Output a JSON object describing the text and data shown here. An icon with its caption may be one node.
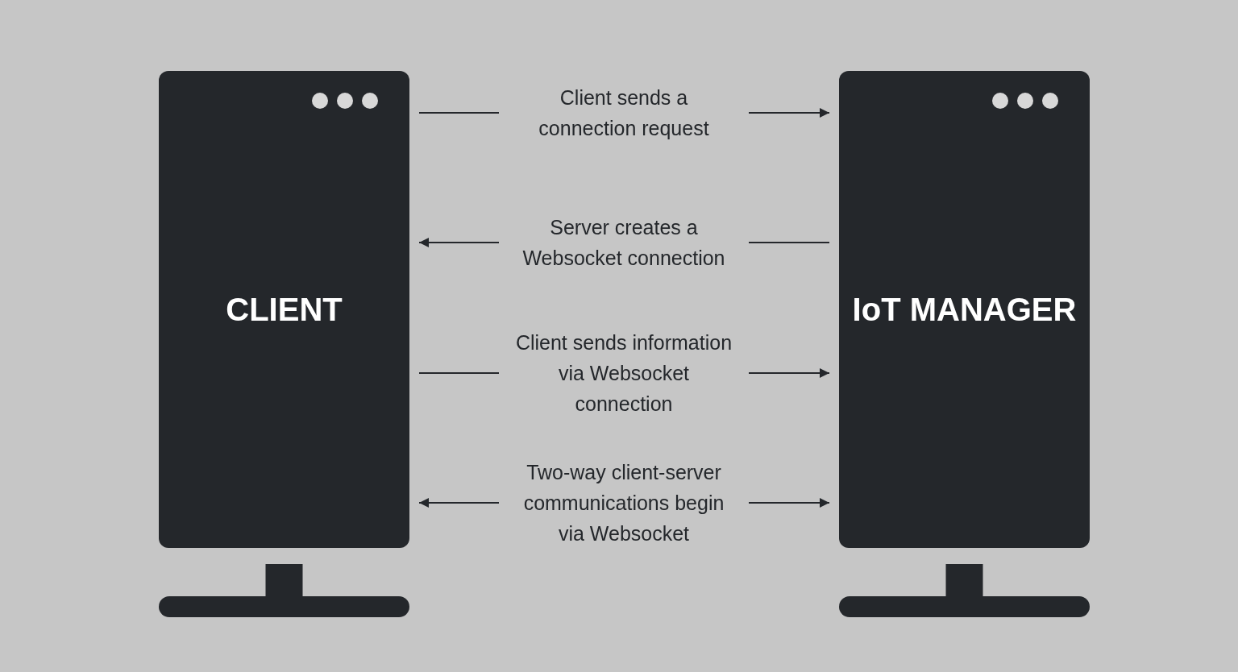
{
  "diagram": {
    "nodes": [
      {
        "text": [
          "CLIENT"
        ]
      },
      {
        "text": [
          "IoT MANAGER"
        ]
      }
    ],
    "edges": [
      {
        "from": 0,
        "to": 1,
        "arrow": "to",
        "label": "Client sends a connection request"
      },
      {
        "from": 1,
        "to": 0,
        "arrow": "to",
        "label": "Server creates a Websocket connection"
      },
      {
        "from": 0,
        "to": 1,
        "arrow": "to",
        "label": "Client sends information via Websocket connection"
      },
      {
        "from": 0,
        "to": 1,
        "arrow": "both",
        "label": "Two-way client-server communications begin via Websocket"
      }
    ]
  }
}
